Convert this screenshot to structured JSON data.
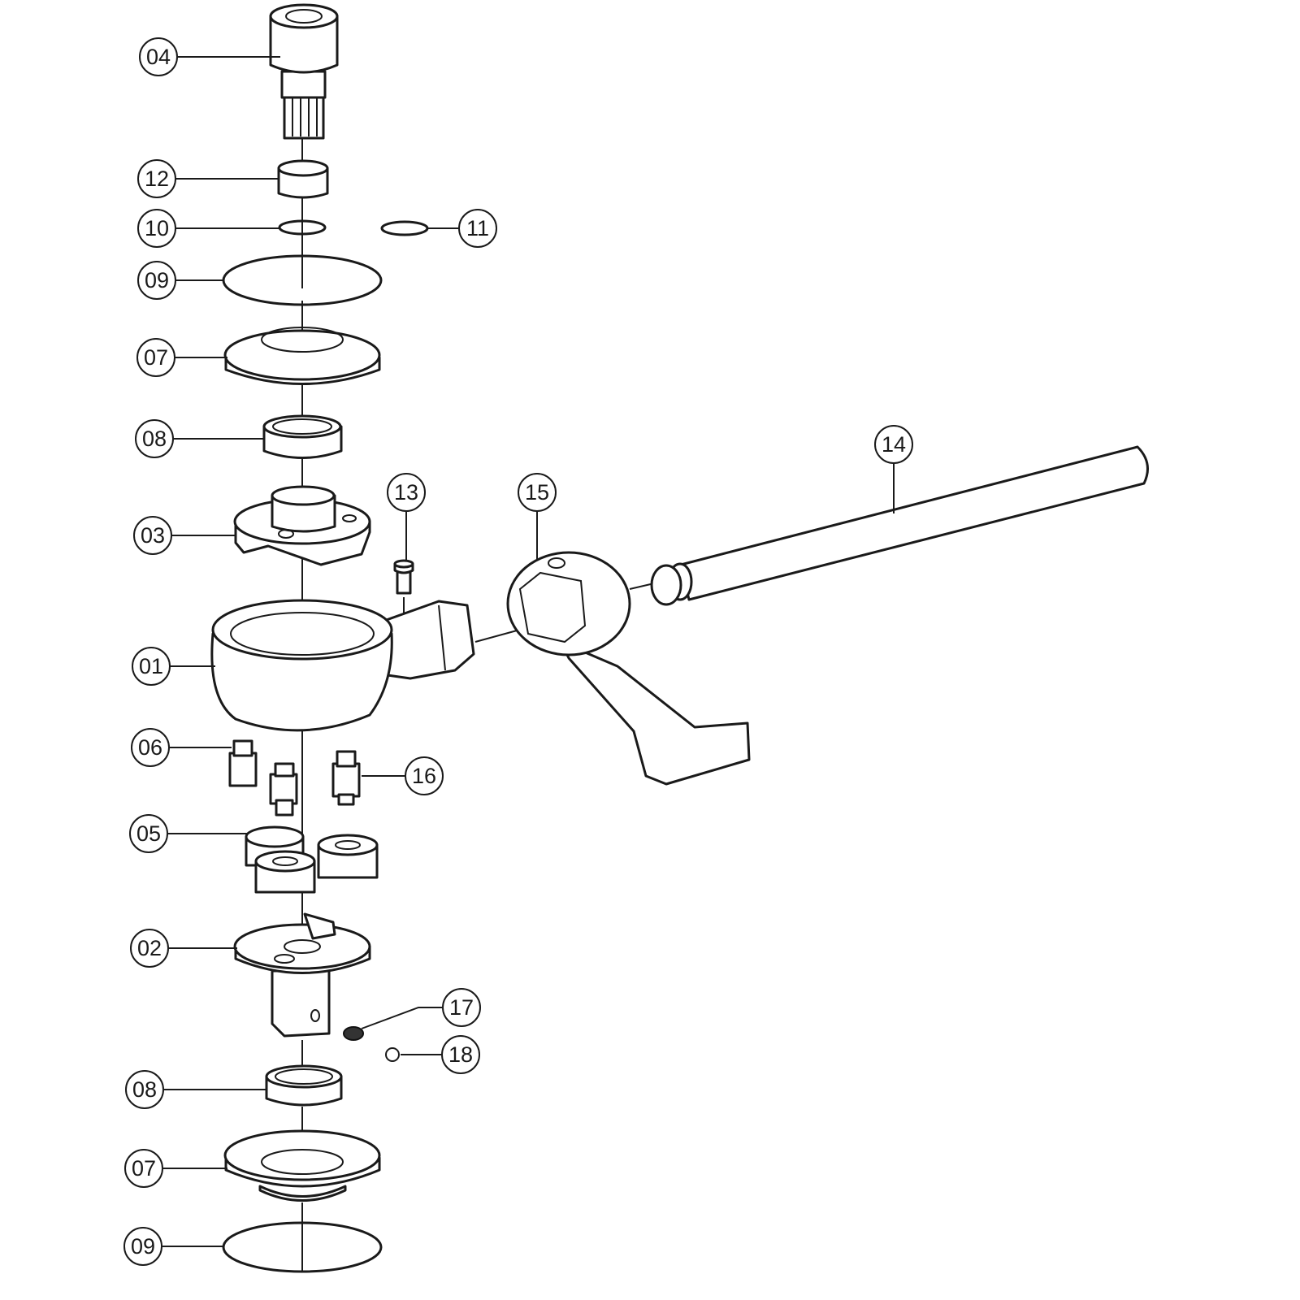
{
  "title": "Exploded parts diagram",
  "callouts": [
    "04",
    "12",
    "10",
    "11",
    "09",
    "07",
    "08",
    "03",
    "13",
    "15",
    "14",
    "01",
    "06",
    "16",
    "05",
    "02",
    "17",
    "18",
    "08",
    "07",
    "09"
  ]
}
